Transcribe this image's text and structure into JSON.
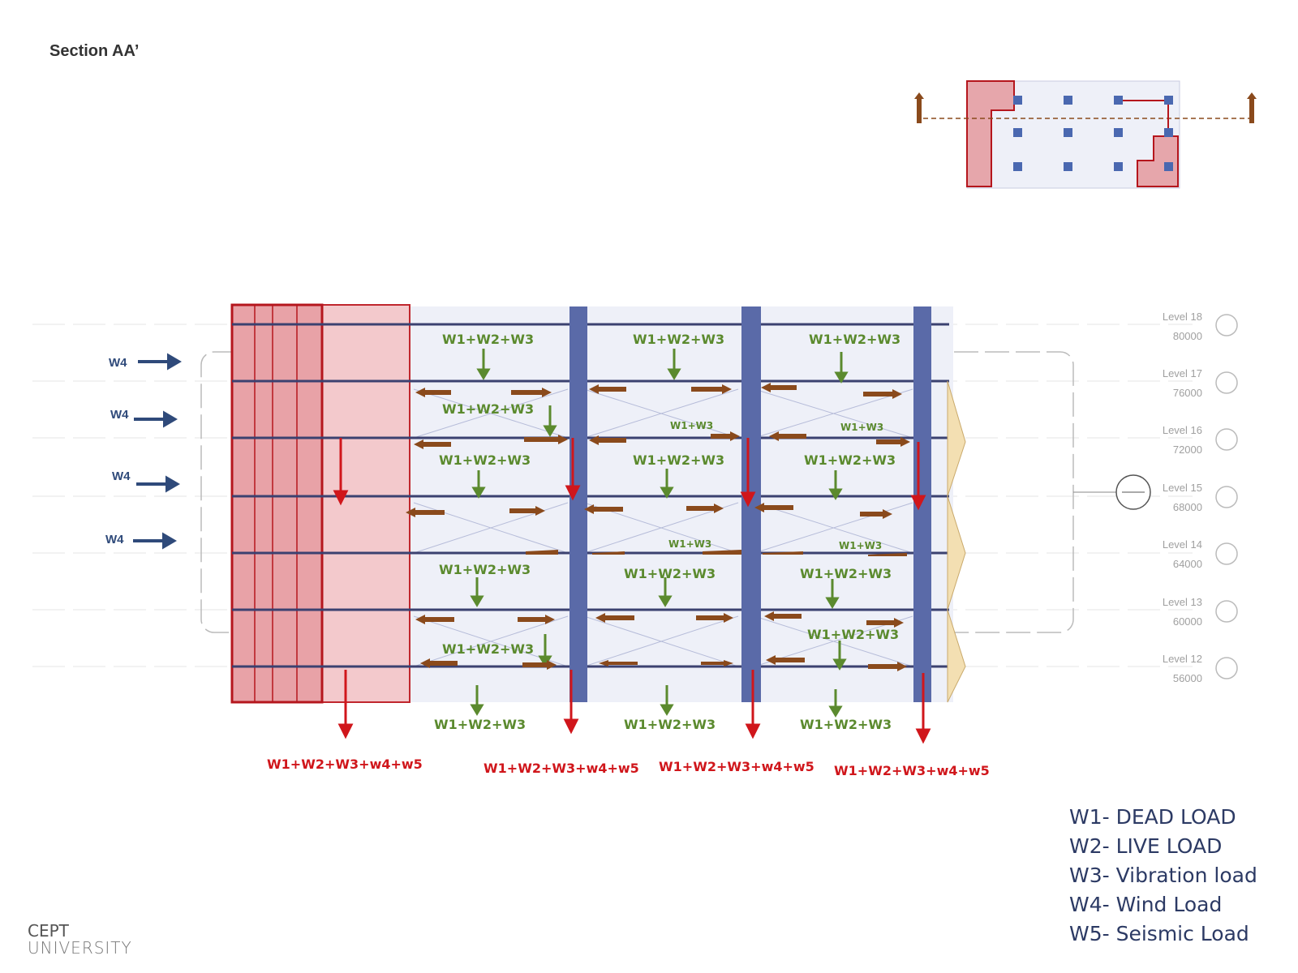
{
  "title": "Section AA’",
  "levels": [
    {
      "name": "Level 18",
      "elevation": "80000"
    },
    {
      "name": "Level 17",
      "elevation": "76000"
    },
    {
      "name": "Level 16",
      "elevation": "72000"
    },
    {
      "name": "Level 15",
      "elevation": "68000"
    },
    {
      "name": "Level 14",
      "elevation": "64000"
    },
    {
      "name": "Level 13",
      "elevation": "60000"
    },
    {
      "name": "Level 12",
      "elevation": "56000"
    }
  ],
  "wind_label": "W4",
  "load_labels": {
    "full": "W1+W2+W3",
    "partial": "W1+W3",
    "combined": "W1+W2+W3+w4+w5"
  },
  "legend": [
    "W1- DEAD LOAD",
    "W2- LIVE LOAD",
    "W3- Vibration load",
    "W4- Wind Load",
    "W5- Seismic Load"
  ],
  "logo": {
    "line1": "CEPT",
    "line2": "UNIVERSITY"
  },
  "colors": {
    "core": "#c0262d",
    "column": "#5a6aa8",
    "beam": "#3b4170",
    "green": "#5b8a2e",
    "brown": "#8a4a1c",
    "red": "#d0161b",
    "wind": "#2f4a7a",
    "legend": "#2c3a64"
  }
}
